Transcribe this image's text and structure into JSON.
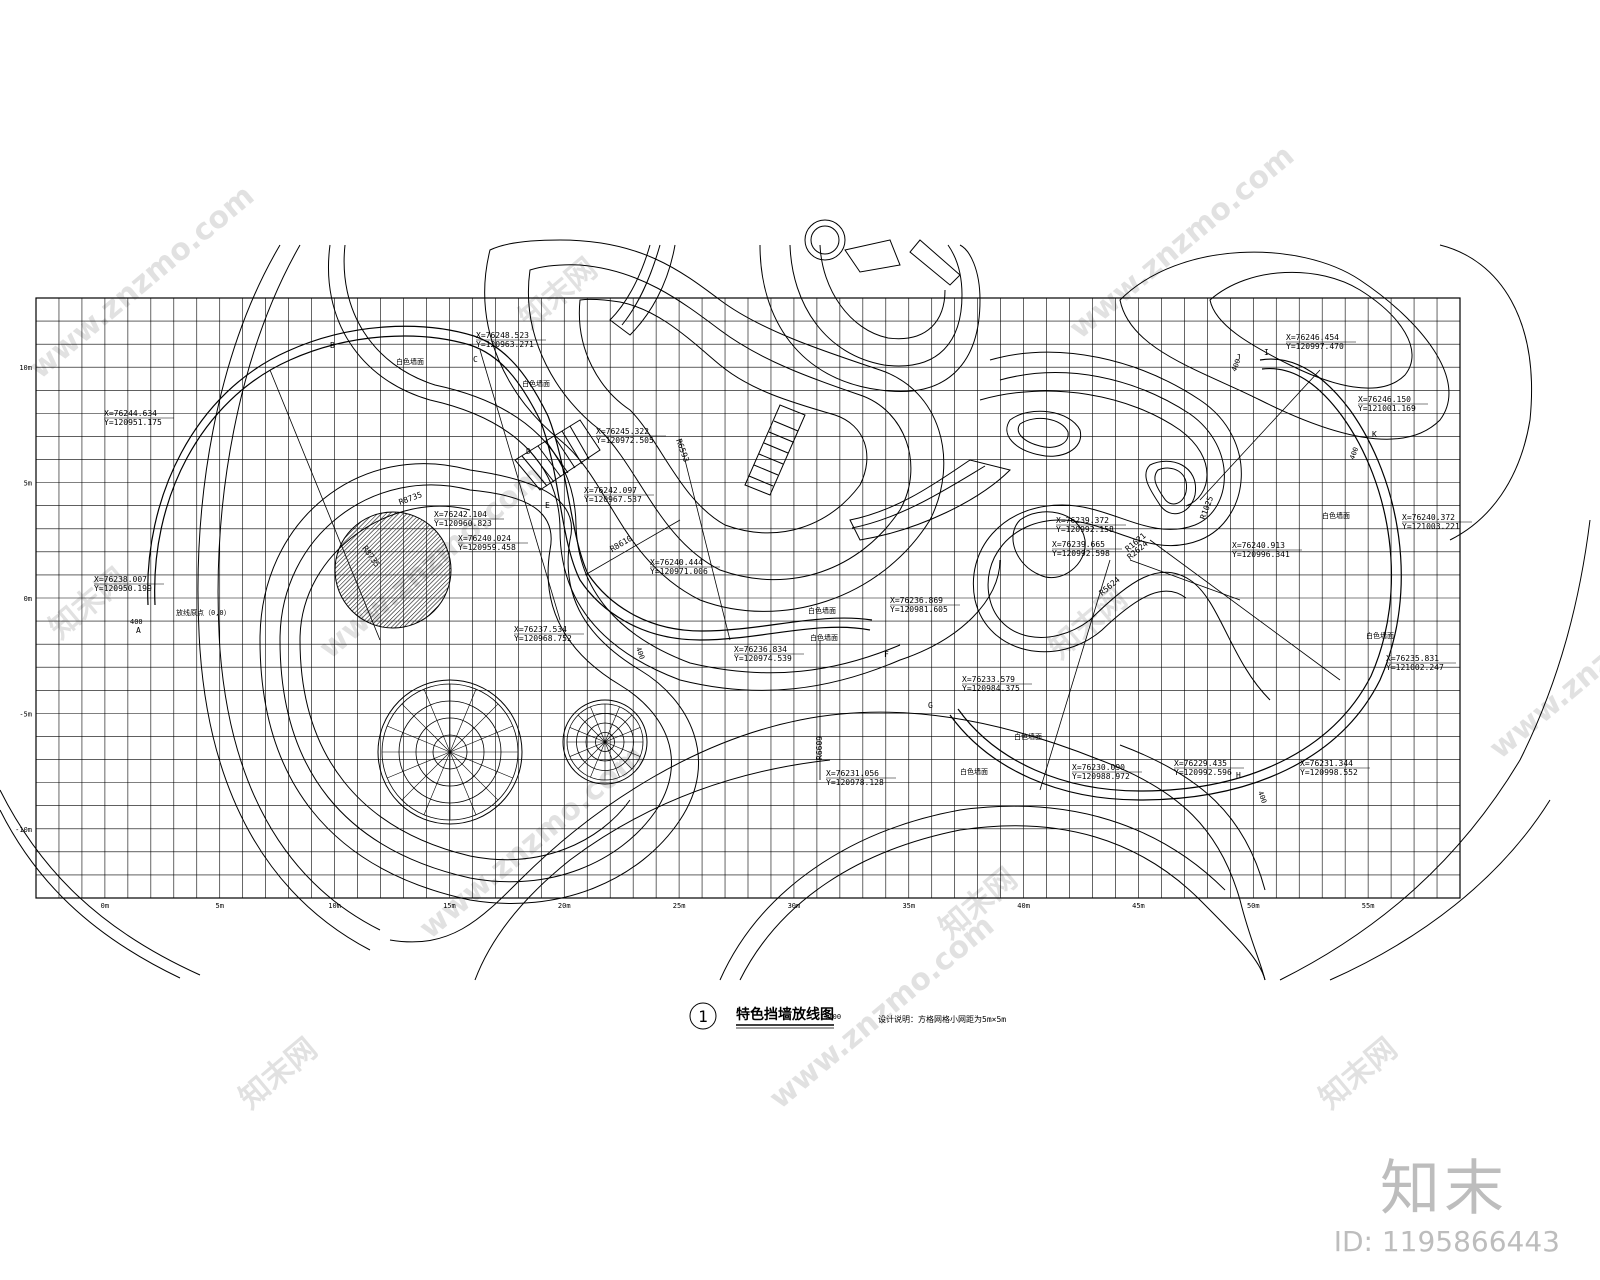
{
  "watermark": {
    "site_text": "www.znzmo.com",
    "brand_cn": "知末网",
    "brand_logo": "知末",
    "id_text": "ID: 1195866443"
  },
  "grid": {
    "x_axis_labels": [
      "0m",
      "5m",
      "10m",
      "15m",
      "20m",
      "25m",
      "30m",
      "35m",
      "40m",
      "45m",
      "50m",
      "55m"
    ],
    "y_axis_labels": [
      "10m",
      "5m",
      "0m",
      "-5m",
      "-10m"
    ]
  },
  "title": {
    "number": "1",
    "main": "特色挡墙放线图",
    "scale": "1:100",
    "note": "设计说明：方格网格小网距为5m×5m"
  },
  "wall_labels": [
    "白色墙面",
    "白色墙面",
    "白色墙面",
    "白色墙面",
    "白色墙面",
    "白色墙面",
    "白色墙面",
    "白色墙面"
  ],
  "coordinates": [
    {
      "x": "X=76244.634",
      "y": "Y=120951.175"
    },
    {
      "x": "X=76238.007",
      "y": "Y=120950.199"
    },
    {
      "x": "X=76248.523",
      "y": "Y=120963.271"
    },
    {
      "x": "X=76245.322",
      "y": "Y=120972.505"
    },
    {
      "x": "X=76242.104",
      "y": "Y=120960.823"
    },
    {
      "x": "X=76240.024",
      "y": "Y=120959.458"
    },
    {
      "x": "X=76242.097",
      "y": "Y=120967.537"
    },
    {
      "x": "X=76240.444",
      "y": "Y=120971.006"
    },
    {
      "x": "X=76237.534",
      "y": "Y=120968.752"
    },
    {
      "x": "X=76236.834",
      "y": "Y=120974.539"
    },
    {
      "x": "X=76236.869",
      "y": "Y=120981.605"
    },
    {
      "x": "X=76231.056",
      "y": "Y=120978.128"
    },
    {
      "x": "X=76233.579",
      "y": "Y=120984.375"
    },
    {
      "x": "X=76230.090",
      "y": "Y=120988.972"
    },
    {
      "x": "X=76229.435",
      "y": "Y=120992.596"
    },
    {
      "x": "X=76231.344",
      "y": "Y=120998.552"
    },
    {
      "x": "X=76239.372",
      "y": "Y=120992.158"
    },
    {
      "x": "X=76239.665",
      "y": "Y=120992.598"
    },
    {
      "x": "X=76240.913",
      "y": "Y=120996.341"
    },
    {
      "x": "X=76246.454",
      "y": "Y=120997.470"
    },
    {
      "x": "X=76246.150",
      "y": "Y=121001.169"
    },
    {
      "x": "X=76240.372",
      "y": "Y=121003.221"
    },
    {
      "x": "X=76235.831",
      "y": "Y=121002.247"
    }
  ],
  "radius_labels": [
    "R8735",
    "R8735",
    "R6593",
    "R8610",
    "R6609",
    "R2624",
    "R5624",
    "R1621",
    "R1025"
  ],
  "point_letters": [
    "A",
    "B",
    "C",
    "D",
    "E",
    "F",
    "G",
    "H",
    "I",
    "J",
    "K"
  ],
  "misc_labels": [
    "放线原点（0,0）",
    "400",
    "400",
    "400",
    "400",
    "400"
  ]
}
